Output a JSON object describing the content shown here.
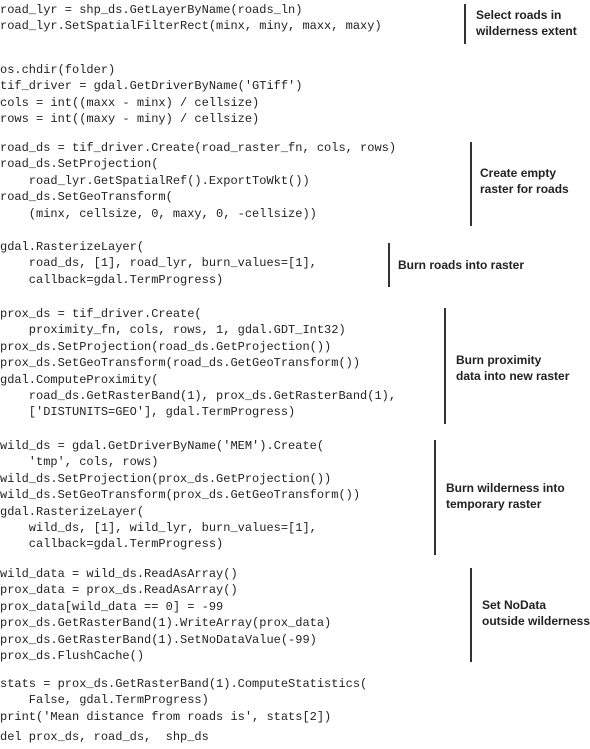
{
  "code_blocks": [
    {
      "lines": [
        "road_lyr = shp_ds.GetLayerByName(roads_ln)",
        "road_lyr.SetSpatialFilterRect(minx, miny, maxx, maxy)"
      ]
    },
    {
      "lines": [
        "os.chdir(folder)",
        "tif_driver = gdal.GetDriverByName('GTiff')",
        "cols = int((maxx - minx) / cellsize)",
        "rows = int((maxy - miny) / cellsize)"
      ]
    },
    {
      "lines": [
        "road_ds = tif_driver.Create(road_raster_fn, cols, rows)",
        "road_ds.SetProjection(",
        "    road_lyr.GetSpatialRef().ExportToWkt())",
        "road_ds.SetGeoTransform(",
        "    (minx, cellsize, 0, maxy, 0, -cellsize))"
      ]
    },
    {
      "lines": [
        "gdal.RasterizeLayer(",
        "    road_ds, [1], road_lyr, burn_values=[1],",
        "    callback=gdal.TermProgress)"
      ]
    },
    {
      "lines": [
        "prox_ds = tif_driver.Create(",
        "    proximity_fn, cols, rows, 1, gdal.GDT_Int32)",
        "prox_ds.SetProjection(road_ds.GetProjection())",
        "prox_ds.SetGeoTransform(road_ds.GetGeoTransform())",
        "gdal.ComputeProximity(",
        "    road_ds.GetRasterBand(1), prox_ds.GetRasterBand(1),",
        "    ['DISTUNITS=GEO'], gdal.TermProgress)"
      ]
    },
    {
      "lines": [
        "wild_ds = gdal.GetDriverByName('MEM').Create(",
        "    'tmp', cols, rows)",
        "wild_ds.SetProjection(prox_ds.GetProjection())",
        "wild_ds.SetGeoTransform(prox_ds.GetGeoTransform())",
        "gdal.RasterizeLayer(",
        "    wild_ds, [1], wild_lyr, burn_values=[1],",
        "    callback=gdal.TermProgress)"
      ]
    },
    {
      "lines": [
        "wild_data = wild_ds.ReadAsArray()",
        "prox_data = prox_ds.ReadAsArray()",
        "prox_data[wild_data == 0] = -99",
        "prox_ds.GetRasterBand(1).WriteArray(prox_data)",
        "prox_ds.GetRasterBand(1).SetNoDataValue(-99)",
        "prox_ds.FlushCache()"
      ]
    },
    {
      "lines": [
        "stats = prox_ds.GetRasterBand(1).ComputeStatistics(",
        "    False, gdal.TermProgress)",
        "print('Mean distance from roads is', stats[2])"
      ]
    },
    {
      "lines": [
        "del prox_ds, road_ds,  shp_ds"
      ]
    }
  ],
  "annotations": [
    {
      "text": "Select roads in\nwilderness extent"
    },
    {
      "text": "Create empty\nraster for roads"
    },
    {
      "text": "Burn roads into raster"
    },
    {
      "text": "Burn proximity\ndata into new raster"
    },
    {
      "text": "Burn wilderness into\ntemporary raster"
    },
    {
      "text": "Set NoData\noutside wilderness"
    }
  ]
}
